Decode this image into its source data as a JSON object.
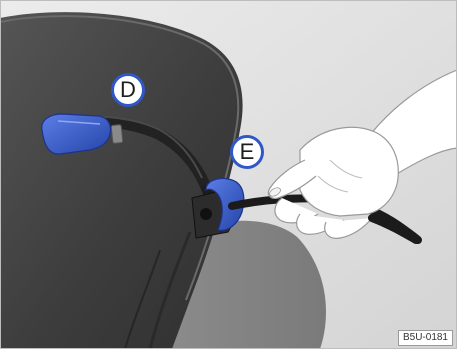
{
  "callouts": {
    "d": "D",
    "e": "E"
  },
  "reference_code": "B5U-0181",
  "colors": {
    "accent_blue": "#2f57c8",
    "seat_dark": "#3f3f3f",
    "background": "#e4e4e4"
  }
}
